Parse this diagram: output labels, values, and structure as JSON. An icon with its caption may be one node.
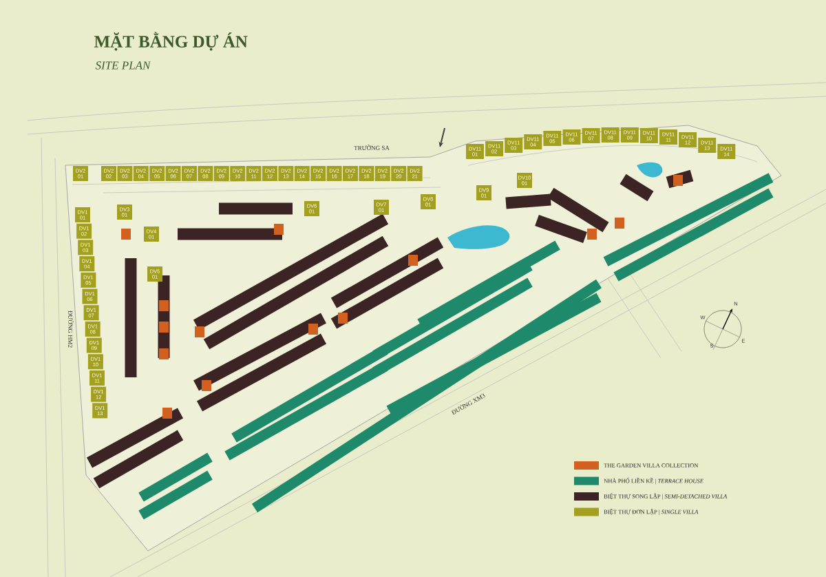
{
  "diagram": {
    "title": "MẶT BẰNG DỰ ÁN",
    "labels": [
      "SITE PLAN",
      "TRƯỜNG SA",
      "DV2 01",
      "DV2 02",
      "DV2 03",
      "DV2 04",
      "DV2 05",
      "DV2 06",
      "DV2 07",
      "DV2 08",
      "DV2 09",
      "DV2 10",
      "DV2 11",
      "DV2 12",
      "DV2 13",
      "DV2 14",
      "DV2 15",
      "DV2 16",
      "DV2 17",
      "DV2 18",
      "DV2 19",
      "DV2 20",
      "DV2 21",
      "DV11 01",
      "DV11 02",
      "DV11 03",
      "DV11 04",
      "DV11 05",
      "DV11 06",
      "DV11 07",
      "DV11 08",
      "DV11 09",
      "DV11 10",
      "DV11 11",
      "DV11 12",
      "DV11 13",
      "DV11 14",
      "DV1 01",
      "DV1 02",
      "DV1 03",
      "DV1 04",
      "DV1 05",
      "DV1 06",
      "DV1 07",
      "DV1 08",
      "DV1 09",
      "DV1 10",
      "DV1 11",
      "DV1 12",
      "DV1 13",
      "DV3 01",
      "DV4 01",
      "DV5 01",
      "DV6 01",
      "DV7 01",
      "DV8 01",
      "DV9 01",
      "DV10 01",
      "ĐƯỜNG HM2",
      "ĐƯỜNG XM3",
      "N",
      "W",
      "E",
      "S"
    ],
    "legend": [
      {
        "text": "THE GARDEN VILLA COLLECTION",
        "color": "#d2601f"
      },
      {
        "text": "NHÀ PHỐ LIỀN KỀ | *TERRACE HOUSE*",
        "color": "#1f8a6b"
      },
      {
        "text": "BIỆT THỰ SONG LẬP | *SEMI-DETACHED VILLA*",
        "color": "#3d2424"
      },
      {
        "text": "BIỆT THỰ ĐƠN LẬP | *SINGLE VILLA*",
        "color": "#a4a01f"
      }
    ]
  }
}
